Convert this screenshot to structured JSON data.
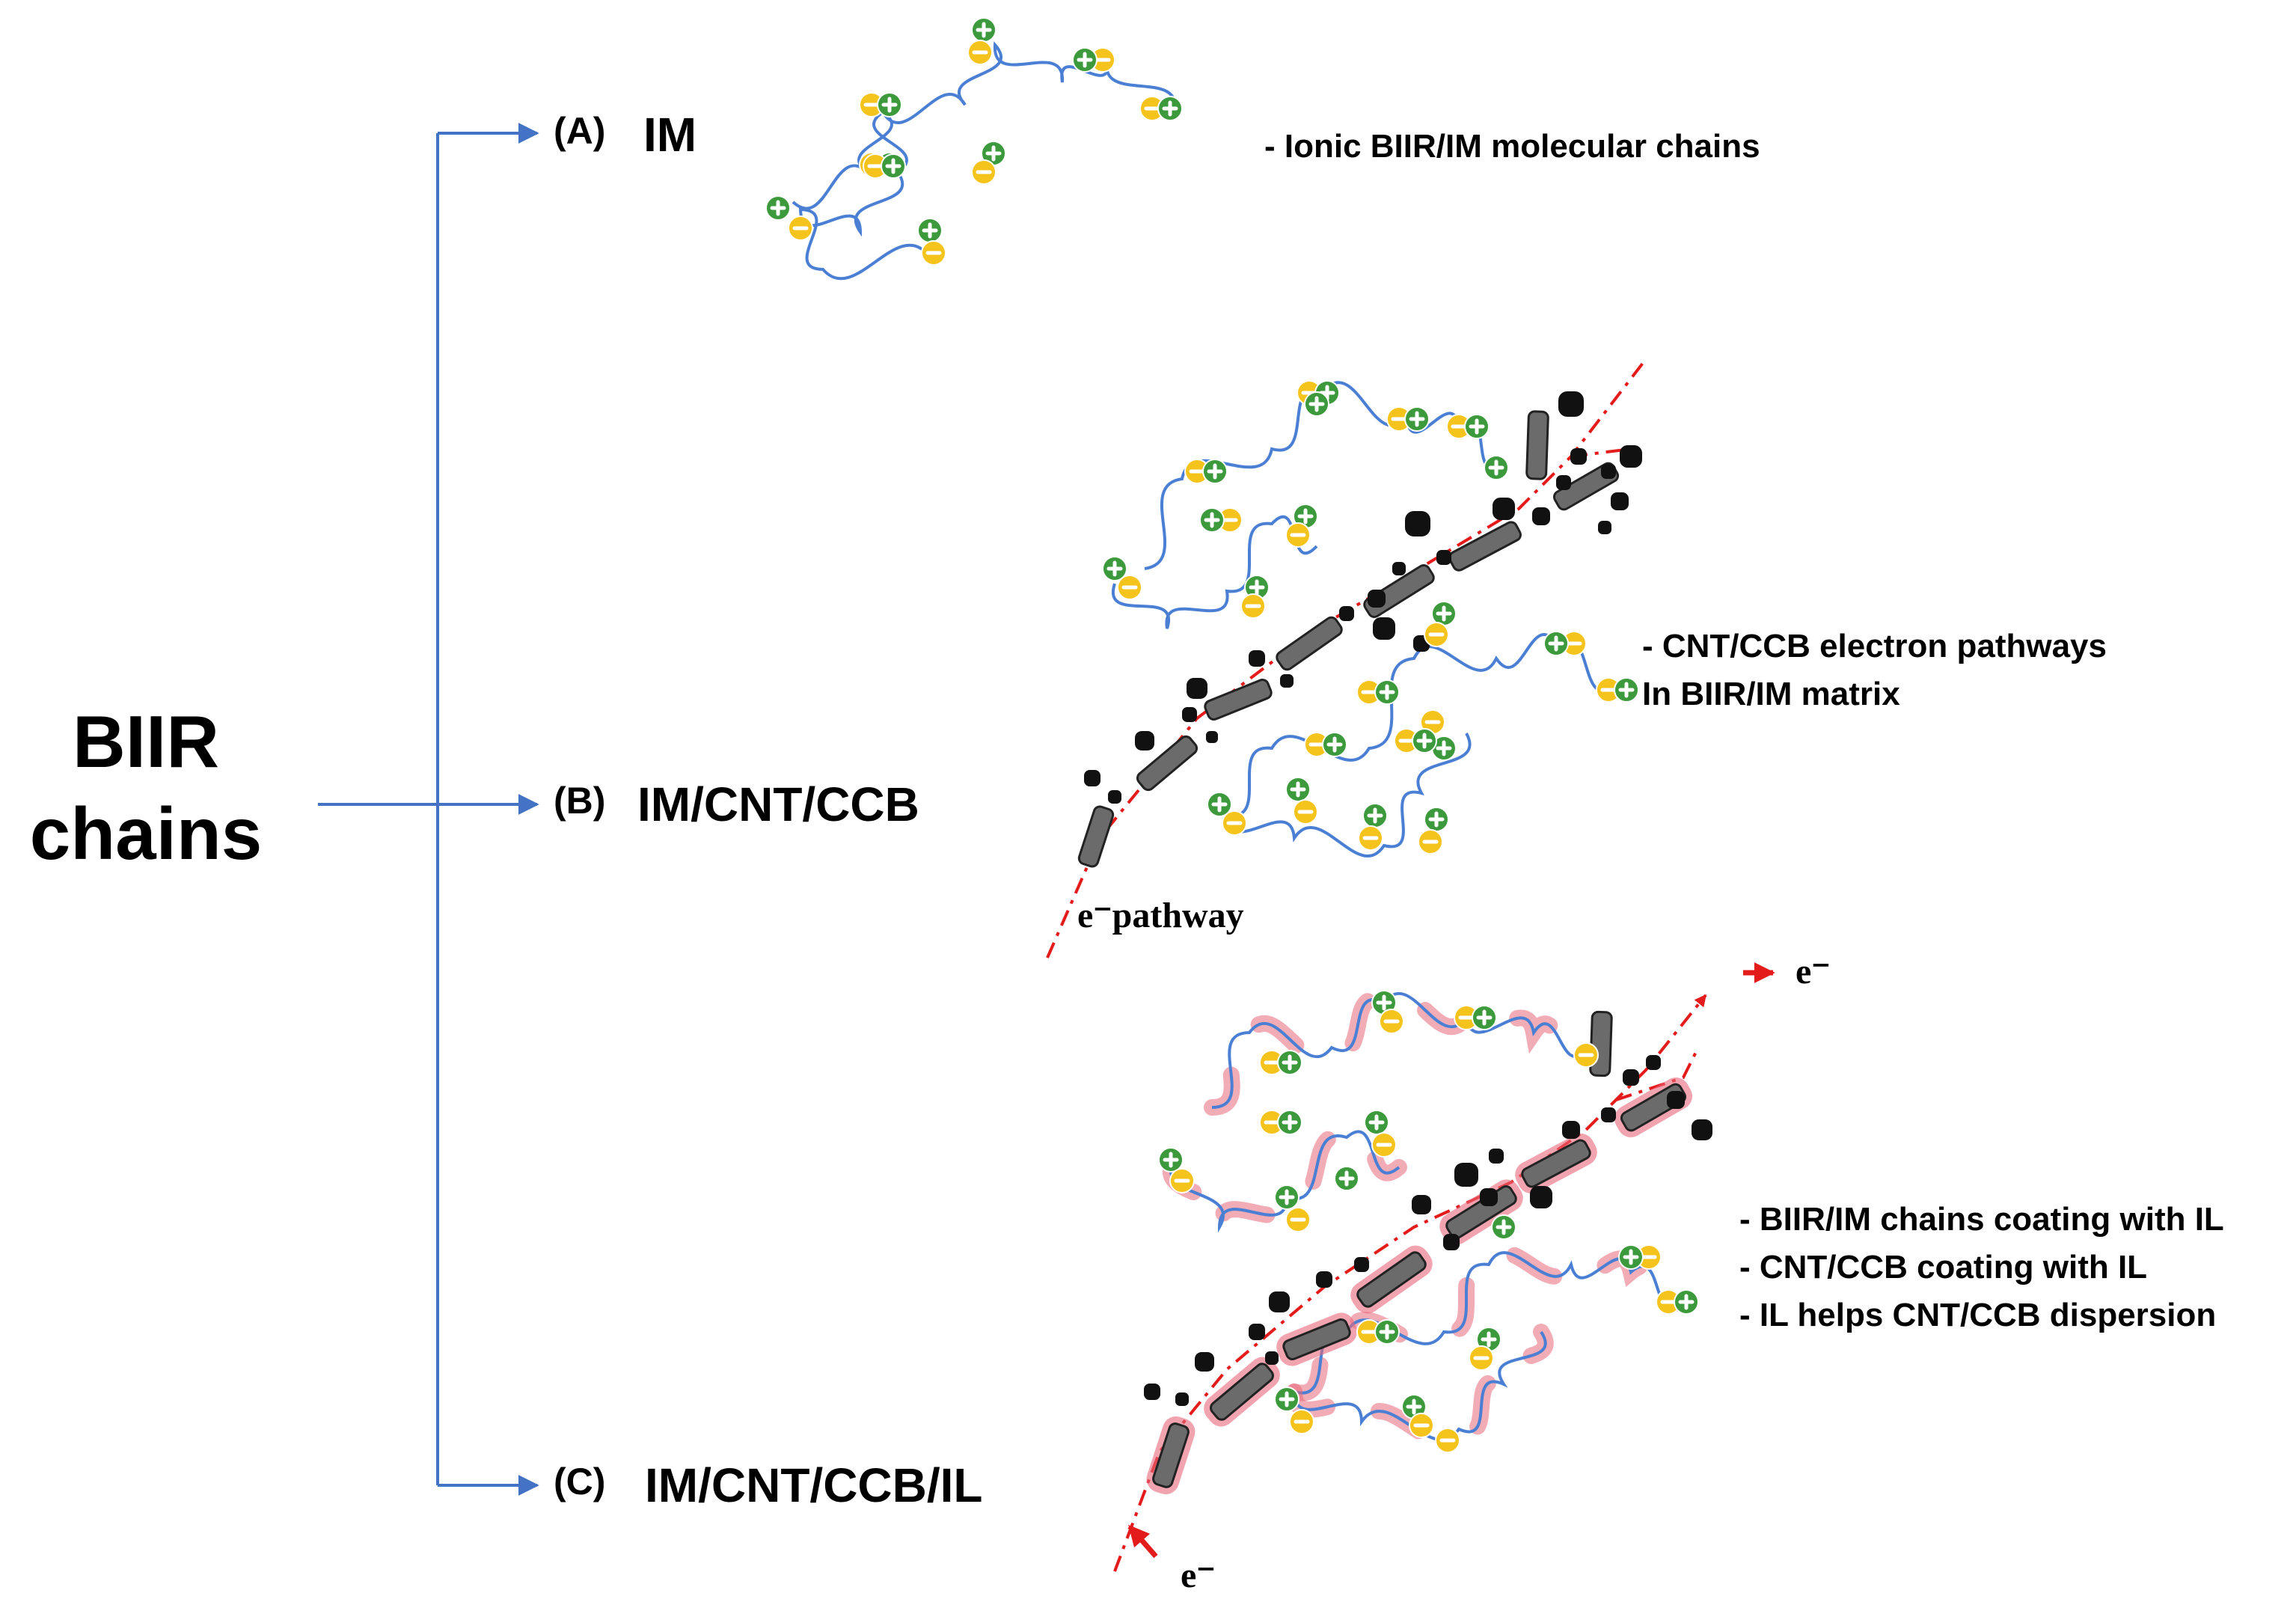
{
  "title": {
    "line1": "BIIR",
    "line2": "chains"
  },
  "panels": [
    {
      "tag": "(A)",
      "name": "IM",
      "notes": [
        "- Ionic BIIR/IM molecular chains"
      ]
    },
    {
      "tag": "(B)",
      "name": "IM/CNT/CCB",
      "notes": [
        "- CNT/CCB electron pathways",
        "In BIIR/IM matrix"
      ],
      "pathway_label": "e⁻pathway"
    },
    {
      "tag": "(C)",
      "name": "IM/CNT/CCB/IL",
      "notes": [
        "- BIIR/IM chains coating with IL",
        "- CNT/CCB coating with IL",
        "- IL helps CNT/CCB dispersion"
      ],
      "electron_in": "e⁻",
      "electron_out": "e⁻"
    }
  ],
  "colors": {
    "arrow": "#4472c4",
    "chain": "#4a7fd4",
    "plus": "#3c9a3c",
    "minus": "#f5c41c",
    "cnt": "#6b6b6b",
    "ccb": "#111111",
    "pathway": "#e31b1b",
    "il": "#e8677a"
  },
  "icons": [
    "plus-ion-icon",
    "minus-ion-icon",
    "carbon-nanotube-icon",
    "carbon-black-particle-icon"
  ]
}
